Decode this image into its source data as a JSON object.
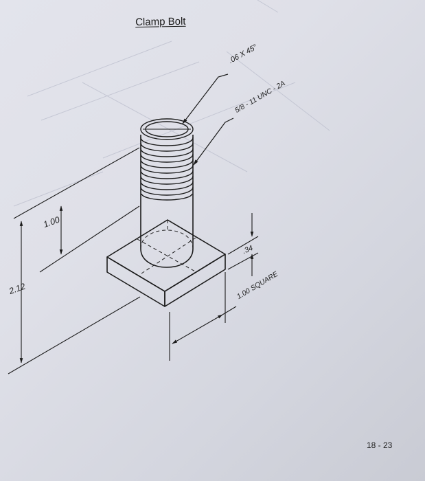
{
  "title": "Clamp Bolt",
  "callouts": {
    "chamfer": ".06 X 45°",
    "thread": "5/8 - 11 UNC - 2A"
  },
  "dimensions": {
    "thread_length": "1.00",
    "overall_height": "2.12",
    "head_thickness": ".34",
    "head_size": "1.00 SQUARE"
  },
  "page_number": "18 - 23",
  "colors": {
    "paper": "#dfe0e8",
    "ink": "#1b1b1b"
  }
}
